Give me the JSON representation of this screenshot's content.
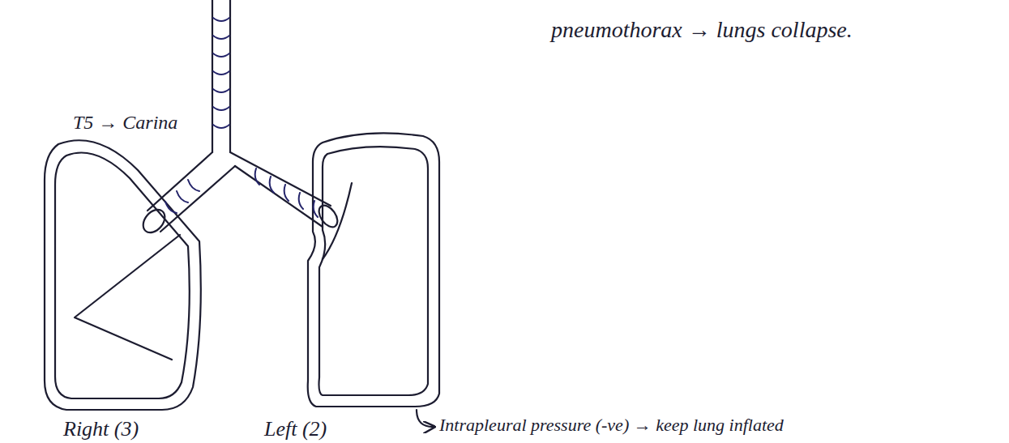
{
  "diagram": {
    "labels": [
      "pneumothorax → lungs collapse.",
      "T5 → Carina",
      "Right (3)",
      "Left (2)",
      "Intrapleural pressure (-ve) → keep lung inflated"
    ]
  }
}
